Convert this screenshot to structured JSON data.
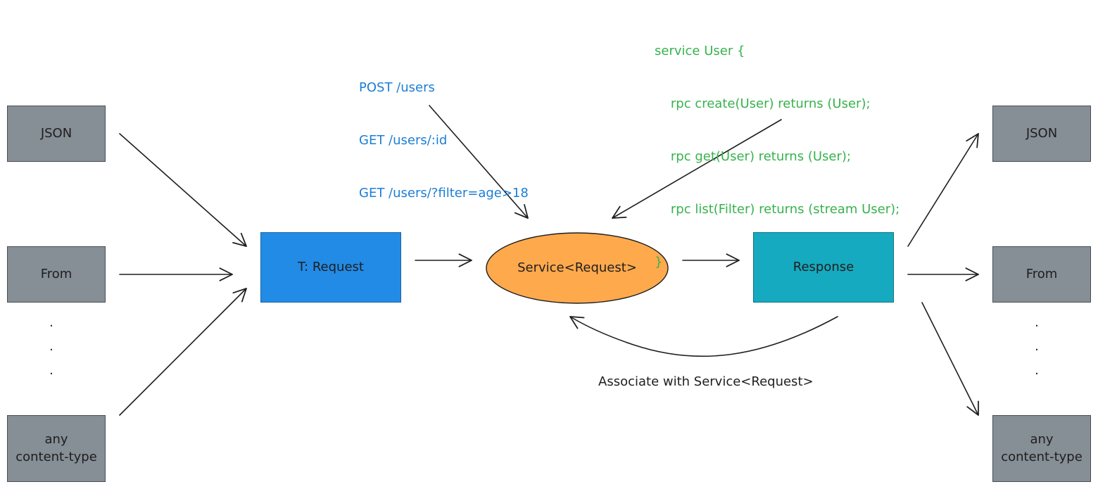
{
  "left": {
    "top": "JSON",
    "middle": "From",
    "dots": ".\n.\n.",
    "bottom": "any\ncontent-type"
  },
  "right": {
    "top": "JSON",
    "middle": "From",
    "dots": ".\n.\n.",
    "bottom": "any\ncontent-type"
  },
  "request_label": "T: Request",
  "service_label": "Service<Request>",
  "response_label": "Response",
  "rest_routes": [
    "POST /users",
    "GET /users/:id",
    "GET /users/?filter=age>18"
  ],
  "grpc_service": [
    "service User {",
    "    rpc create(User) returns (User);",
    "    rpc get(User) returns (User);",
    "    rpc list(Filter) returns (stream User);",
    "}"
  ],
  "associate_label": "Associate with Service<Request>",
  "colors": {
    "format_box": "#868e96",
    "request": "#228be6",
    "service": "#ffa94d",
    "response": "#15aabf",
    "rest_text": "#1c7ed6",
    "grpc_text": "#37b24d"
  }
}
